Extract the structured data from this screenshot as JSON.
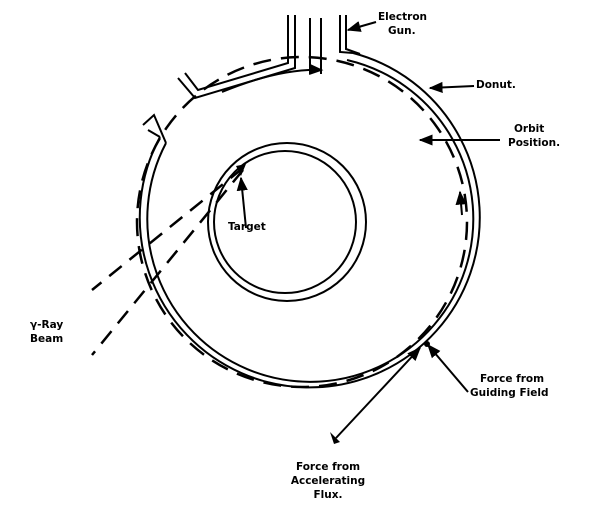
{
  "labels": {
    "electron_gun": [
      "Electron",
      "Gun."
    ],
    "donut": "Donut.",
    "orbit_position": [
      "Orbit",
      "Position."
    ],
    "target": "Target",
    "gamma_ray_beam": [
      "γ-Ray",
      "Beam"
    ],
    "force_guiding_field": [
      "Force from",
      "Guiding Field"
    ],
    "force_accelerating_flux": [
      "Force from",
      "Accelerating",
      "Flux."
    ]
  },
  "colors": {
    "ink": "#000000",
    "paper": "#ffffff"
  }
}
